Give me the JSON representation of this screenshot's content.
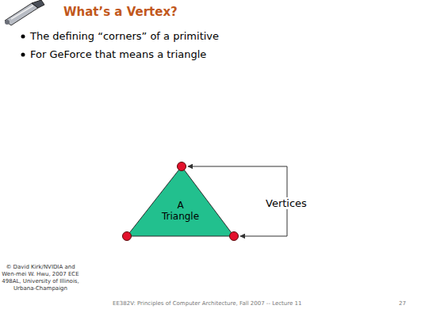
{
  "diagram": {
    "title": "What’s a Vertex?",
    "nodes": [
      {
        "text": [
          "A Triangle"
        ]
      }
    ],
    "labels": [
      "The defining “corners” of a primitive",
      "For GeForce that means a triangle",
      "Vertices",
      "© David Kirk/NVIDIA and Wen-mei W. Hwu, 2007 ECE 498AL, University of Illinois, Urbana-Champaign",
      "EE382V: Principles of Computer Architecture, Fall 2007 -- Lecture 11",
      "27"
    ]
  }
}
